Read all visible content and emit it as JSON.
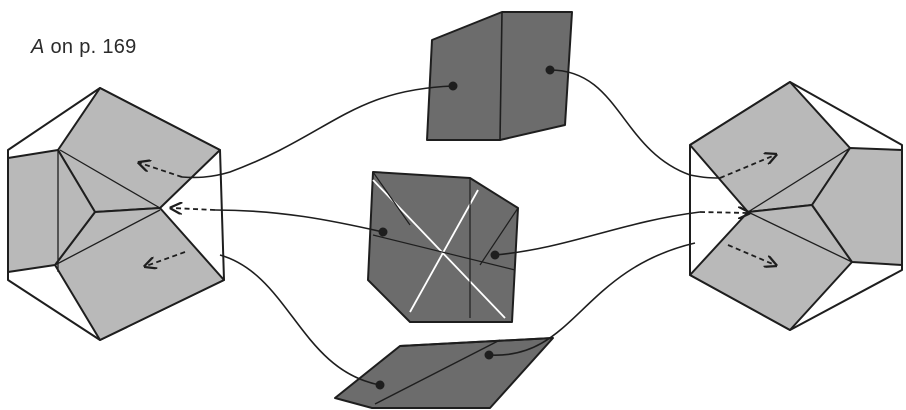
{
  "label": {
    "variable": "A",
    "rest": " on p. 169"
  },
  "colors": {
    "light_face": "#b9b9b9",
    "dark_piece": "#6c6c6c",
    "outline": "#1e1e1e",
    "background": "#ffffff"
  },
  "pieces": [
    "top-hinge-unit",
    "middle-square-unit",
    "bottom-flat-unit"
  ],
  "assemblies": [
    "left-dodecahedral-assembly",
    "right-dodecahedral-assembly"
  ]
}
